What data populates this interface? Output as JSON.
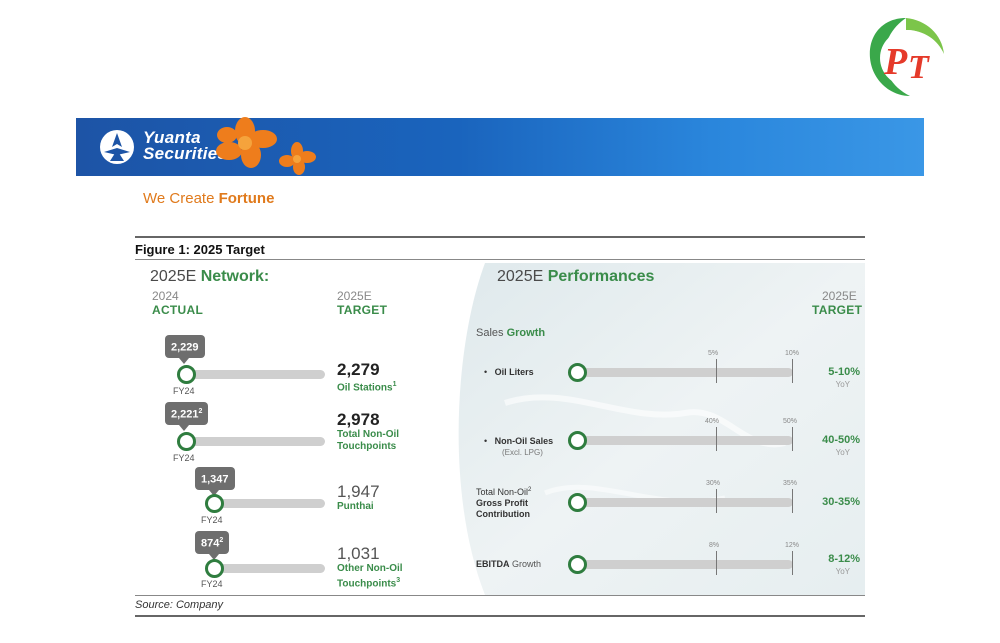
{
  "header": {
    "pt_logo_icon": "pt-logo-icon",
    "brand_line1": "Yuanta",
    "brand_line2": "Securities",
    "tagline_prefix": "We Create ",
    "tagline_bold": "Fortune",
    "colors": {
      "banner_blue": "#1d54a6",
      "tagline_orange": "#e07a1c",
      "accent_green": "#3a8c4a"
    }
  },
  "figure": {
    "title": "Figure 1: 2025 Target",
    "source": "Source:  Company"
  },
  "network": {
    "heading_plain": "2025E ",
    "heading_bold": "Network:",
    "col_actual_year": "2024",
    "col_actual_label": "ACTUAL",
    "col_target_year": "2025E",
    "col_target_label": "TARGET",
    "fy_label": "FY24",
    "rows": [
      {
        "actual": "2,229",
        "actual_sup": "",
        "target": "2,279",
        "label_line1": "Oil Stations",
        "label_line2": "",
        "label_sup": "1",
        "emphasis": true
      },
      {
        "actual": "2,221",
        "actual_sup": "2",
        "target": "2,978",
        "label_line1": "Total Non-Oil",
        "label_line2": "Touchpoints",
        "label_sup": "",
        "emphasis": true
      },
      {
        "actual": "1,347",
        "actual_sup": "",
        "target": "1,947",
        "label_line1": "Punthai",
        "label_line2": "",
        "label_sup": "",
        "emphasis": false
      },
      {
        "actual": "874",
        "actual_sup": "2",
        "target": "1,031",
        "label_line1": "Other Non-Oil",
        "label_line2": "Touchpoints",
        "label_sup": "3",
        "emphasis": false
      }
    ]
  },
  "performance": {
    "heading_plain": "2025E ",
    "heading_bold": "Performances",
    "col_year": "2025E",
    "col_label": "TARGET",
    "section_plain": "Sales ",
    "section_bold": "Growth",
    "yoy": "YoY",
    "rows": [
      {
        "bullet": "•",
        "label_bold": "Oil Liters",
        "label_rest": "",
        "label_line2": "",
        "label_sup": "",
        "tick_low": "5%",
        "tick_high": "10%",
        "target": "5-10%"
      },
      {
        "bullet": "•",
        "label_bold": "Non-Oil Sales",
        "label_rest": "",
        "label_line2": "(Excl. LPG)",
        "label_sup": "",
        "tick_low": "40%",
        "tick_high": "50%",
        "target": "40-50%"
      },
      {
        "bullet": "",
        "label_bold": "Gross Profit",
        "label_rest": "Total Non-Oil",
        "label_line2": "Contribution",
        "label_sup": "2",
        "tick_low": "30%",
        "tick_high": "35%",
        "target": "30-35%"
      },
      {
        "bullet": "",
        "label_bold": "EBITDA",
        "label_rest": " Growth",
        "label_line2": "",
        "label_sup": "",
        "tick_low": "8%",
        "tick_high": "12%",
        "target": "8-12%"
      }
    ]
  }
}
